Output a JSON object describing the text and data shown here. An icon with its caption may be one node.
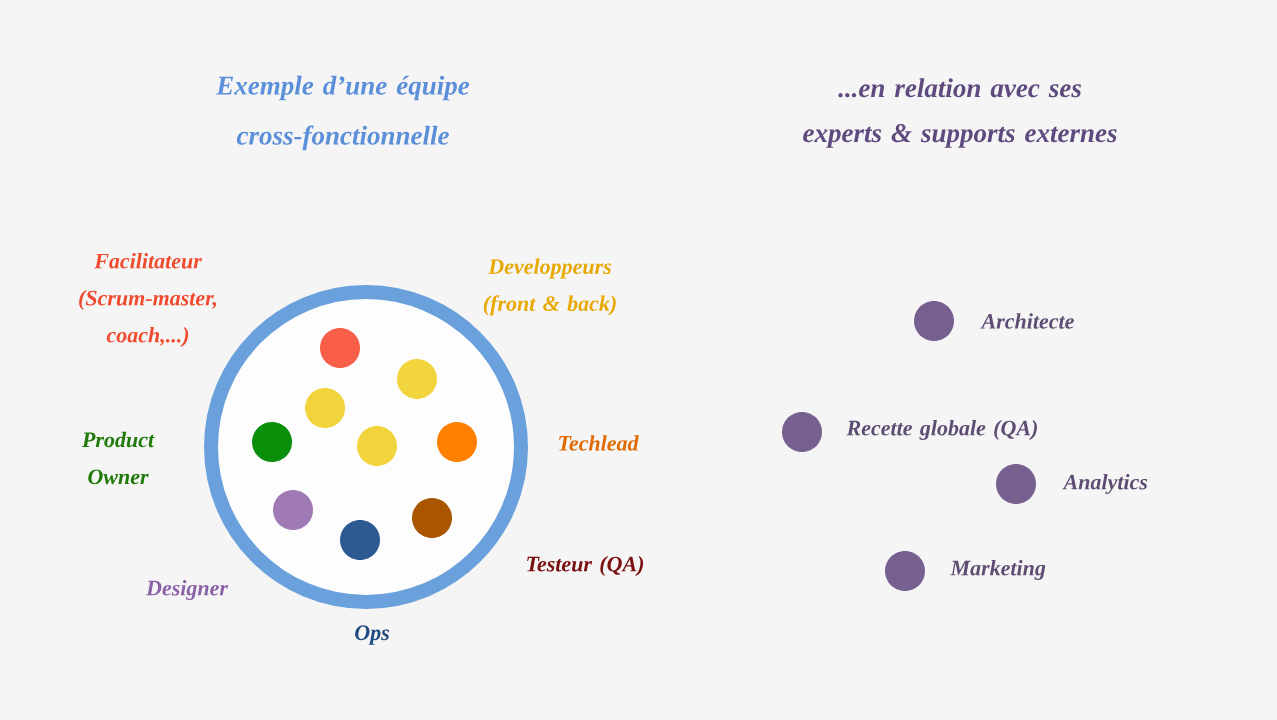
{
  "diagram": {
    "title": "Exemple d’une équipe cross-fonctionnelle",
    "nodes": [
      {
        "text": [],
        "shape": "circle"
      },
      {
        "text": [],
        "shape": "circle",
        "in": 0
      },
      {
        "text": [],
        "shape": "circle",
        "in": 0
      },
      {
        "text": [],
        "shape": "circle",
        "in": 0
      },
      {
        "text": [],
        "shape": "circle",
        "in": 0
      },
      {
        "text": [],
        "shape": "circle",
        "in": 0
      },
      {
        "text": [],
        "shape": "circle",
        "in": 0
      },
      {
        "text": [],
        "shape": "circle",
        "in": 0
      },
      {
        "text": [],
        "shape": "circle",
        "in": 0
      },
      {
        "text": [],
        "shape": "circle",
        "in": 0
      },
      {
        "text": [],
        "shape": "circle",
        "beside": [
          "Architecte"
        ]
      },
      {
        "text": [],
        "shape": "circle",
        "beside": [
          "Recette globale (QA)"
        ]
      },
      {
        "text": [],
        "shape": "circle",
        "beside": [
          "Analytics"
        ]
      },
      {
        "text": [],
        "shape": "circle",
        "beside": [
          "Marketing"
        ]
      }
    ],
    "labels": [
      "...en relation avec ses experts & supports externes",
      "Facilitateur (Scrum-master, coach,...)",
      "Developpeurs (front & back)",
      "Product Owner",
      "Techlead",
      "Testeur (QA)",
      "Designer",
      "Ops"
    ]
  }
}
